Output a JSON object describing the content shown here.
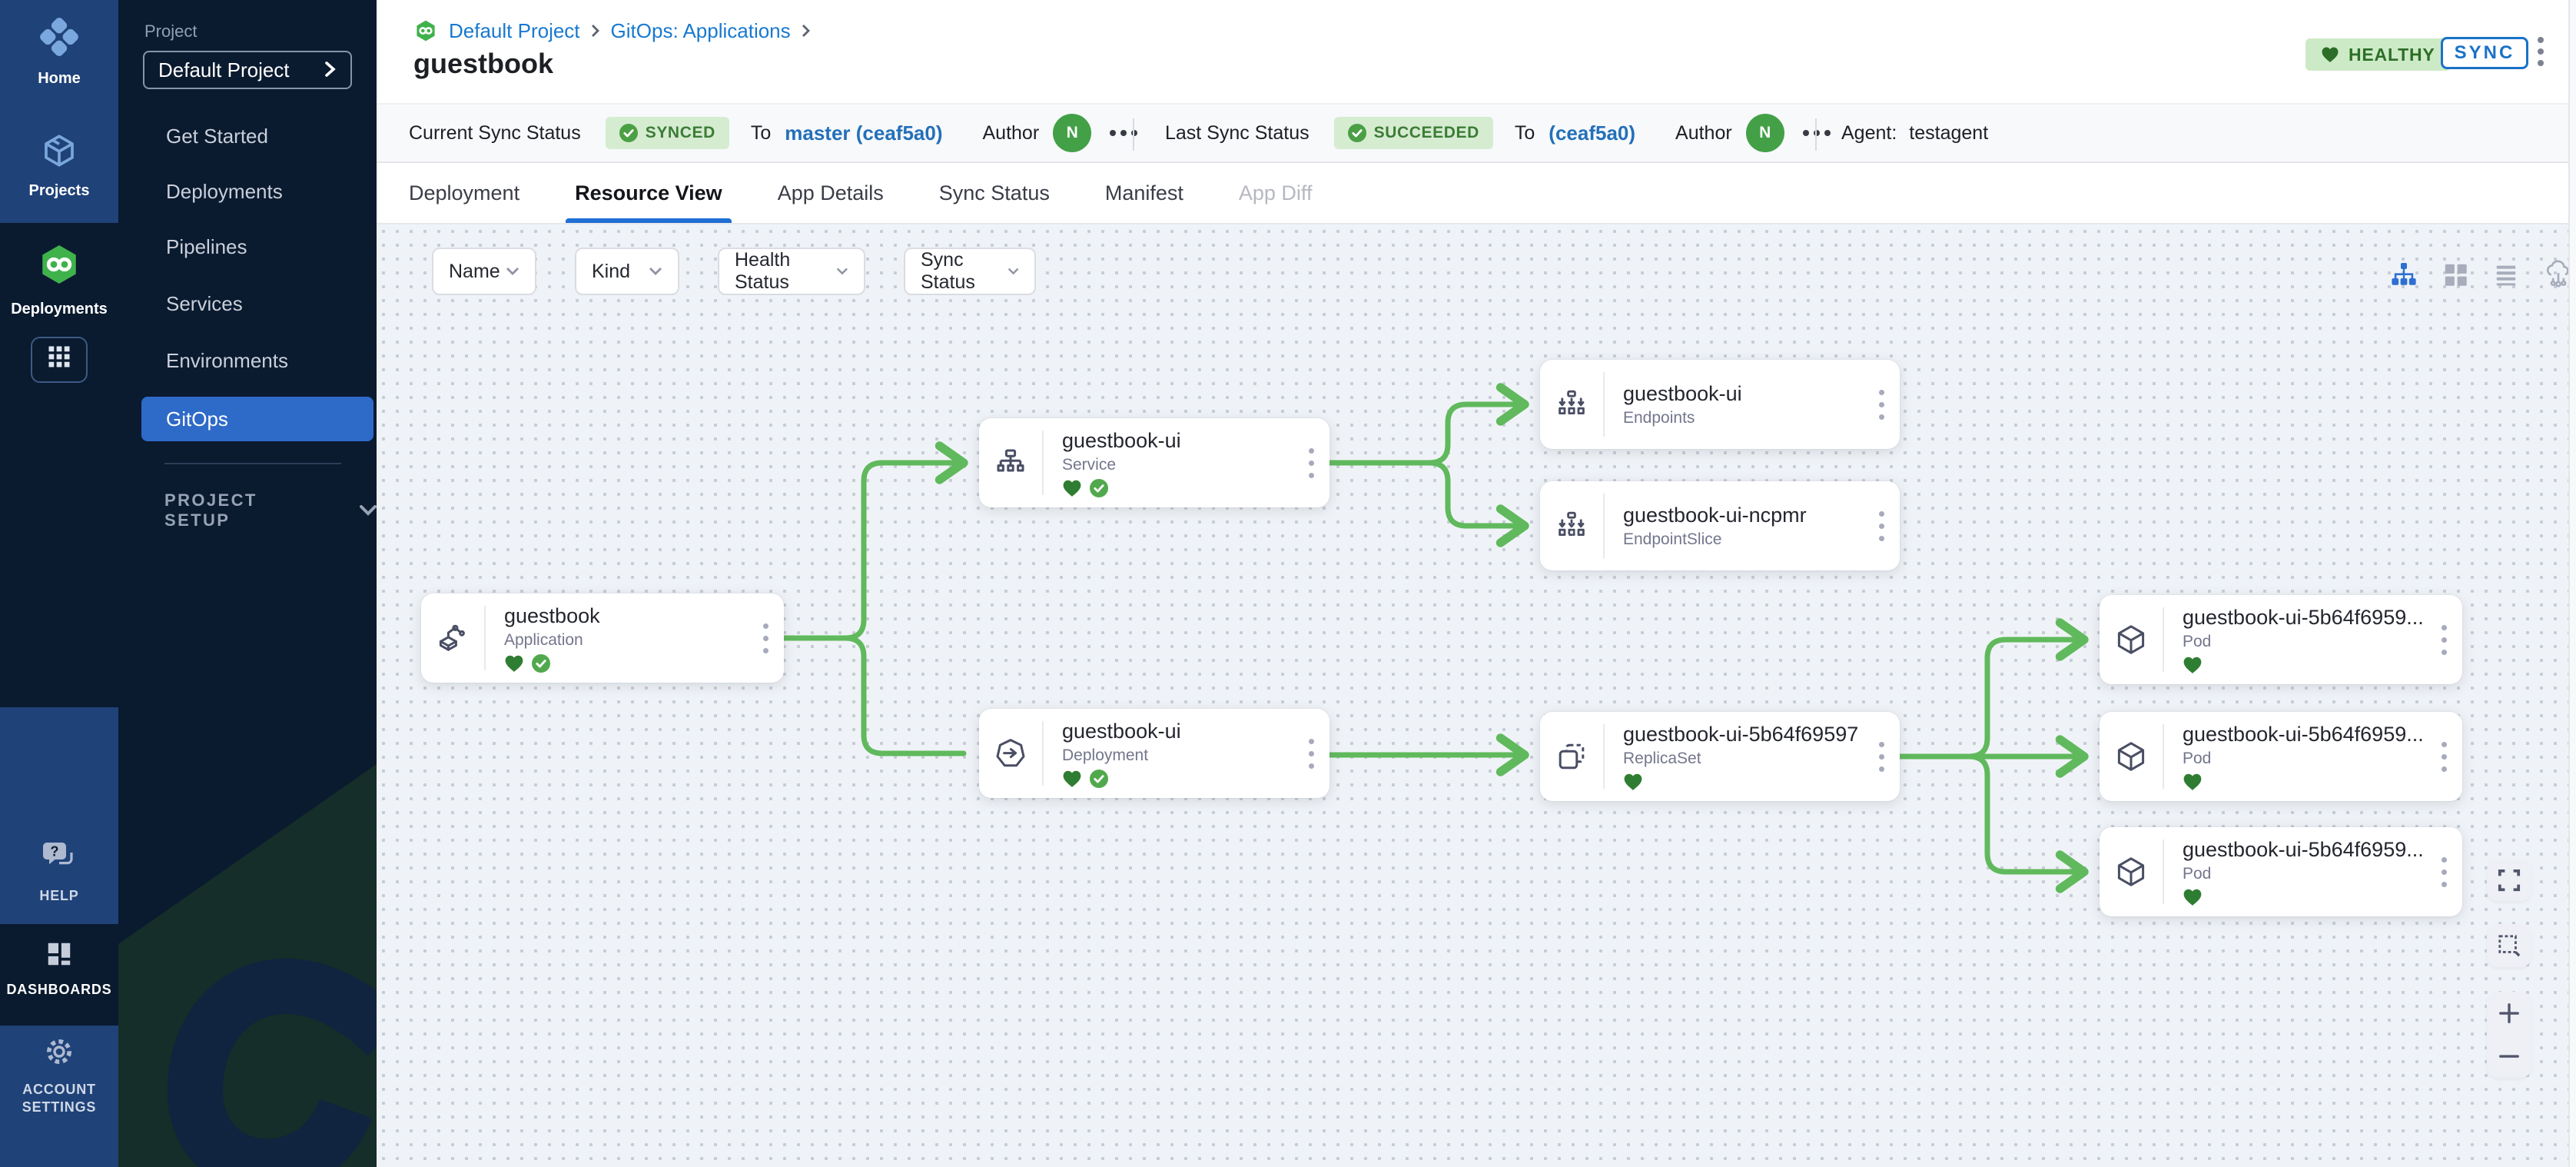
{
  "rail": {
    "home": "Home",
    "projects": "Projects",
    "deployments": "Deployments",
    "help": "HELP",
    "dashboards": "DASHBOARDS",
    "account_settings": "ACCOUNT SETTINGS"
  },
  "sidebar": {
    "section_label": "Project",
    "project_name": "Default Project",
    "menu": [
      "Get Started",
      "Deployments",
      "Pipelines",
      "Services",
      "Environments",
      "GitOps"
    ],
    "active_item": "GitOps",
    "footer": "PROJECT SETUP"
  },
  "breadcrumb": {
    "items": [
      "Default Project",
      "GitOps: Applications"
    ]
  },
  "page": {
    "title": "guestbook",
    "health_badge": "HEALTHY",
    "sync_button": "SYNC"
  },
  "status_bar": {
    "current": {
      "label": "Current Sync Status",
      "badge": "SYNCED",
      "to": "To",
      "target": "master (ceaf5a0)",
      "author": "Author",
      "initial": "N"
    },
    "last": {
      "label": "Last Sync Status",
      "badge": "SUCCEEDED",
      "to": "To",
      "target": "(ceaf5a0)",
      "author": "Author",
      "initial": "N"
    },
    "agent_label": "Agent:",
    "agent_value": "testagent"
  },
  "tabs": [
    "Deployment",
    "Resource View",
    "App Details",
    "Sync Status",
    "Manifest",
    "App Diff"
  ],
  "active_tab": "Resource View",
  "filters": [
    "Name",
    "Kind",
    "Health Status",
    "Sync Status"
  ],
  "view_modes": [
    "tree-view",
    "grid-view",
    "list-view",
    "network-view"
  ],
  "nodes": {
    "app": {
      "name": "guestbook",
      "kind": "Application"
    },
    "service": {
      "name": "guestbook-ui",
      "kind": "Service"
    },
    "endpoints": {
      "name": "guestbook-ui",
      "kind": "Endpoints"
    },
    "endpointslice": {
      "name": "guestbook-ui-ncpmr",
      "kind": "EndpointSlice"
    },
    "deployment": {
      "name": "guestbook-ui",
      "kind": "Deployment"
    },
    "replicaset": {
      "name": "guestbook-ui-5b64f69597",
      "kind": "ReplicaSet"
    },
    "pod1": {
      "name": "guestbook-ui-5b64f6959...",
      "kind": "Pod"
    },
    "pod2": {
      "name": "guestbook-ui-5b64f6959...",
      "kind": "Pod"
    },
    "pod3": {
      "name": "guestbook-ui-5b64f6959...",
      "kind": "Pod"
    }
  },
  "colors": {
    "accent_blue": "#1f6fd4",
    "link_blue": "#2370b9",
    "selected_blue": "#2e6ac8",
    "rail_blue": "#1f4278",
    "rail_dark": "#0a1a2f",
    "badge_green_bg": "#d5ecd1",
    "badge_green_text": "#3c7c35",
    "healthy_heart_green": "#2f7d32",
    "synced_check_green": "#52a94d",
    "connector_green": "#60b95c",
    "avatar_green": "#43a047"
  }
}
